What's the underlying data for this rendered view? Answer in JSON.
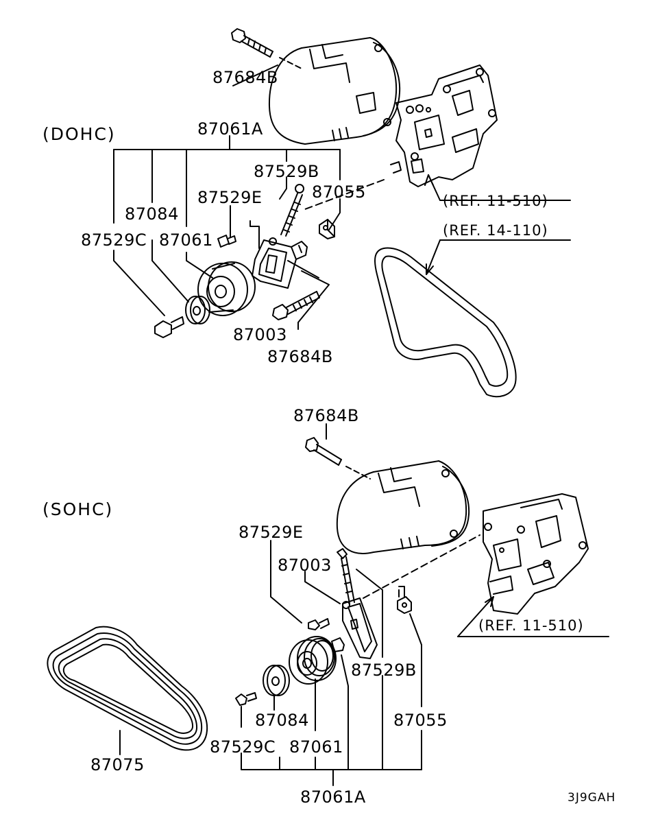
{
  "colors": {
    "ink": "#000000",
    "paper": "#ffffff"
  },
  "dohc": {
    "section_title": "(DOHC)",
    "labels": {
      "p87684B_top": "87684B",
      "p87061A": "87061A",
      "p87529B": "87529B",
      "p87529E": "87529E",
      "p87055": "87055",
      "p87084": "87084",
      "p87529C": "87529C",
      "p87061": "87061",
      "p87003": "87003",
      "p87684B_bottom": "87684B"
    },
    "refs": {
      "bracket": "(REF. 11-510)",
      "belt": "(REF. 14-110)"
    }
  },
  "sohc": {
    "section_title": "(SOHC)",
    "labels": {
      "p87684B": "87684B",
      "p87529E": "87529E",
      "p87003": "87003",
      "p87529B": "87529B",
      "p87055": "87055",
      "p87084": "87084",
      "p87075": "87075",
      "p87529C": "87529C",
      "p87061": "87061",
      "p87061A": "87061A"
    },
    "refs": {
      "bracket": "(REF. 11-510)"
    }
  },
  "diagram_code": "3J9GAH"
}
